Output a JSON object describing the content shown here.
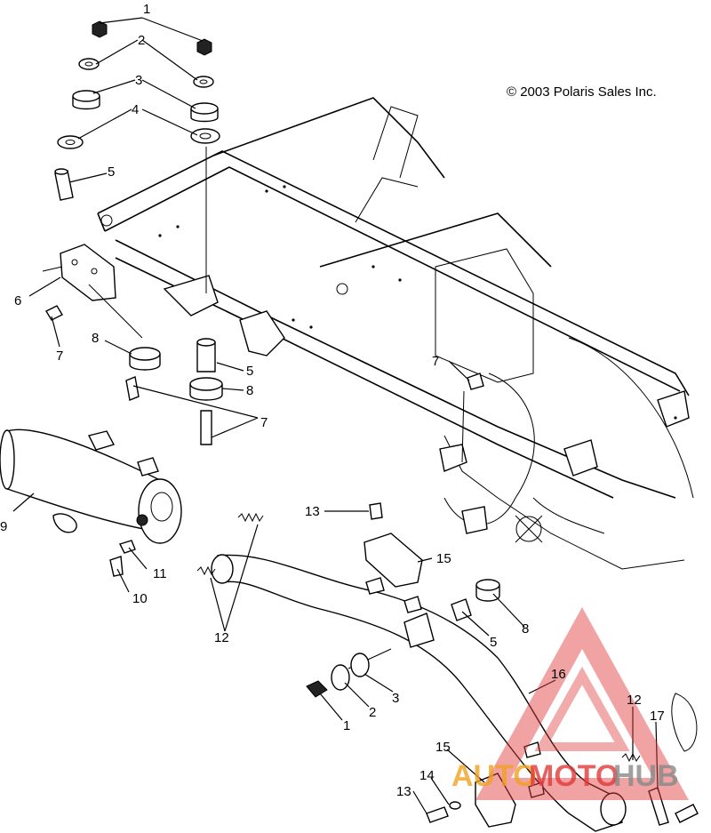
{
  "copyright": "© 2003 Polaris Sales Inc.",
  "callouts": {
    "c1_top": "1",
    "c2_top": "2",
    "c3_top": "3",
    "c4_top": "4",
    "c5_top": "5",
    "c6": "6",
    "c7_left": "7",
    "c8_left": "8",
    "c5_mid": "5",
    "c8_mid": "8",
    "c7_mid": "7",
    "c7_right": "7",
    "c9": "9",
    "c10": "10",
    "c11": "11",
    "c12_mid": "12",
    "c13_mid": "13",
    "c15_mid": "15",
    "c5_low": "5",
    "c8_low": "8",
    "c1_low": "1",
    "c2_low": "2",
    "c3_low": "3",
    "c16": "16",
    "c12_right": "12",
    "c17": "17",
    "c15_low": "15",
    "c14": "14",
    "c13_low": "13"
  },
  "watermark": {
    "text_auto": "AUTO",
    "text_moto": "MOTO",
    "text_hub": "HUB",
    "color_red": "#e03a3a",
    "color_orange": "#f0a020",
    "color_gray": "#888888"
  }
}
